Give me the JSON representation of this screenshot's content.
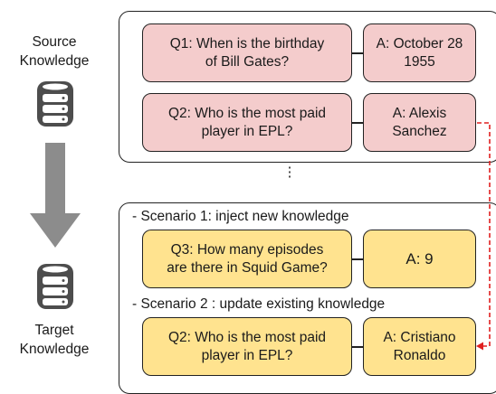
{
  "left": {
    "source_label": "Source\nKnowledge",
    "target_label": "Target\nKnowledge",
    "source_icon": "database-icon",
    "target_icon": "database-icon",
    "arrow_icon": "down-arrow-icon",
    "arrow_color": "#8c8c8c"
  },
  "source_panel": {
    "rows": [
      {
        "question": "Q1: When is the birthday\nof Bill Gates?",
        "answer": "A: October 28\n1955"
      },
      {
        "question": "Q2: Who is the most paid\nplayer in EPL?",
        "answer": "A: Alexis\nSanchez"
      }
    ],
    "fill_color": "#f4cccc"
  },
  "ellipsis": "⋮",
  "target_panel": {
    "scenario1_label": "- Scenario 1: inject new knowledge",
    "scenario2_label": "- Scenario 2 : update existing knowledge",
    "rows": [
      {
        "question": "Q3: How many episodes\nare there in Squid Game?",
        "answer": "A: 9"
      },
      {
        "question": "Q2: Who is the most paid\nplayer in EPL?",
        "answer": "A: Cristiano\nRonaldo"
      }
    ],
    "fill_color": "#ffe38f"
  },
  "update_link_color": "#e02020"
}
